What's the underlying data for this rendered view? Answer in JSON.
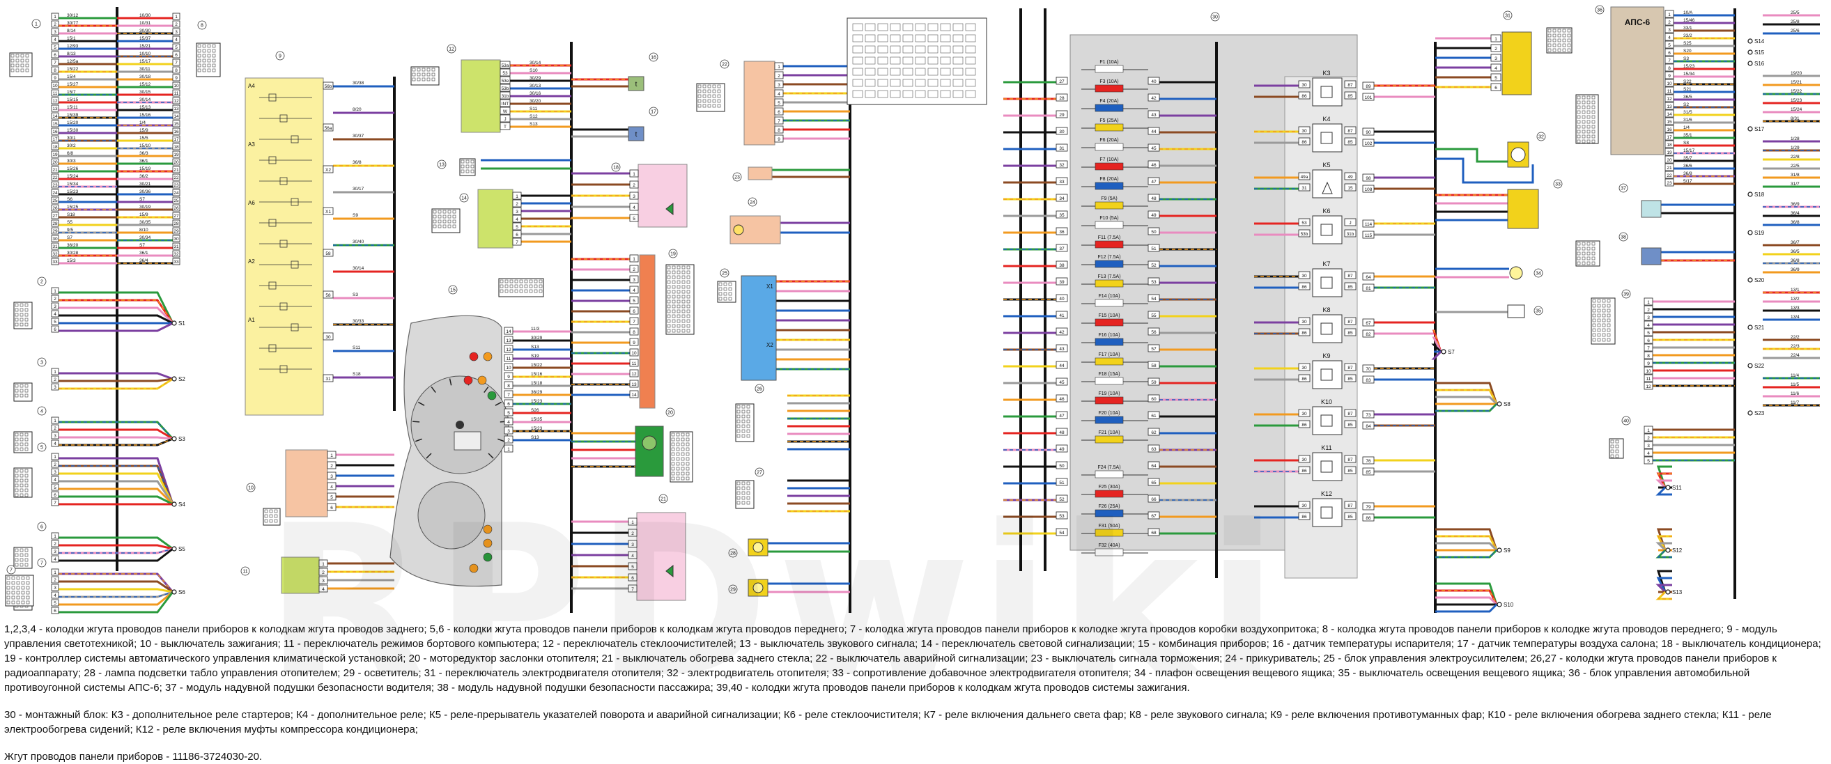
{
  "watermark": "RPDwiki",
  "components": [
    {
      "num": "1"
    },
    {
      "num": "2"
    },
    {
      "num": "3"
    },
    {
      "num": "4"
    },
    {
      "num": "5"
    },
    {
      "num": "6"
    },
    {
      "num": "7"
    },
    {
      "num": "8"
    },
    {
      "num": "9"
    },
    {
      "num": "10"
    },
    {
      "num": "11"
    },
    {
      "num": "12"
    },
    {
      "num": "13"
    },
    {
      "num": "14"
    },
    {
      "num": "15"
    },
    {
      "num": "16"
    },
    {
      "num": "17"
    },
    {
      "num": "18"
    },
    {
      "num": "19"
    },
    {
      "num": "20"
    },
    {
      "num": "21"
    },
    {
      "num": "22"
    },
    {
      "num": "23"
    },
    {
      "num": "24"
    },
    {
      "num": "25"
    },
    {
      "num": "26"
    },
    {
      "num": "27"
    },
    {
      "num": "28"
    },
    {
      "num": "29"
    },
    {
      "num": "30"
    },
    {
      "num": "31"
    },
    {
      "num": "32"
    },
    {
      "num": "33"
    },
    {
      "num": "34"
    },
    {
      "num": "35"
    },
    {
      "num": "36"
    },
    {
      "num": "37"
    },
    {
      "num": "38"
    },
    {
      "num": "39"
    },
    {
      "num": "40"
    }
  ],
  "connector1_pins": [
    "30/12",
    "30/77",
    "8/14",
    "15/1",
    "12/93",
    "8/13",
    "12/5a",
    "15/22",
    "15/4",
    "15/27",
    "15/7",
    "15/15",
    "15/11",
    "15/39",
    "15/20",
    "15/30",
    "30/1",
    "30/2",
    "6/8",
    "30/3",
    "15/26",
    "15/24",
    "15/34",
    "15/23",
    "S6",
    "15/25",
    "S18",
    "S5",
    "9/5",
    "S7",
    "36/20",
    "30/28",
    "15/3"
  ],
  "connector8_pins": [
    "10/30",
    "10/31",
    "30/30",
    "15/37",
    "15/21",
    "10/10",
    "15/17",
    "30/11",
    "30/18",
    "15/12",
    "30/15",
    "30/14",
    "15/13",
    "15/16",
    "1/4",
    "15/9",
    "15/5",
    "15/10",
    "36/3",
    "36/1",
    "15/19",
    "36/2",
    "30/21",
    "30/36",
    "S7",
    "30/19",
    "15/9",
    "30/35",
    "8/10",
    "30/34",
    "S7",
    "36/1",
    "36/4"
  ],
  "module9_labels": [
    "A4",
    "A3",
    "A6",
    "A2",
    "A1"
  ],
  "module9_wires": [
    "30/38",
    "8/20",
    "30/37",
    "36/8",
    "30/17",
    "S9",
    "30/40",
    "30/14",
    "S3",
    "30/33",
    "S11",
    "S18"
  ],
  "module9_pins": [
    "56b",
    "56a",
    "X2",
    "X1",
    "58",
    "58",
    "30",
    "31"
  ],
  "switch12_pins": [
    "53a",
    "53",
    "53e",
    "53b",
    "31b",
    "INT",
    "W",
    "J",
    "T"
  ],
  "switch12_wires": [
    "30/14",
    "S10",
    "30/29",
    "30/13",
    "30/16",
    "30/20",
    "S11",
    "S12",
    "S13"
  ],
  "cluster15_pins": [
    "14",
    "13",
    "12",
    "11",
    "10",
    "9",
    "8",
    "7",
    "6",
    "5",
    "4",
    "3",
    "2",
    "1"
  ],
  "cluster15_wires": [
    "11/3",
    "30/29",
    "S13",
    "S19",
    "15/22",
    "15/16",
    "15/18",
    "36/29",
    "15/23",
    "S26",
    "15/35",
    "15/23",
    "S13"
  ],
  "block30_fuses": [
    "F1 (10A)",
    "F3 (10A)",
    "F4 (20A)",
    "F5 (25A)",
    "F6 (20A)",
    "F7 (10A)",
    "F8 (20A)",
    "F9 (5A)",
    "F10 (5A)",
    "F11 (7.5A)",
    "F12 (7.5A)",
    "F13 (7.5A)",
    "F14 (10A)",
    "F15 (10A)",
    "F16 (10A)",
    "F17 (10A)",
    "F18 (15A)",
    "F19 (10A)",
    "F20 (10A)",
    "F21 (10A)",
    "F24 (7.5A)",
    "F25 (30A)",
    "F26 (25A)",
    "F31 (50A)",
    "F32 (40A)"
  ],
  "block30_left_pins": [
    "27",
    "28",
    "29",
    "30",
    "31",
    "32",
    "33",
    "34",
    "35",
    "36",
    "37",
    "38",
    "39",
    "40",
    "41",
    "42",
    "43",
    "44",
    "45",
    "46",
    "47",
    "48",
    "49",
    "50",
    "51",
    "52",
    "53",
    "54"
  ],
  "block30_right_pins": [
    "40",
    "42",
    "43",
    "44",
    "45",
    "46",
    "47",
    "48",
    "49",
    "50",
    "51",
    "52",
    "53",
    "54",
    "55",
    "56",
    "57",
    "58",
    "59",
    "60",
    "61",
    "62",
    "63",
    "64",
    "65",
    "66",
    "67",
    "68"
  ],
  "relays": [
    "K3",
    "K4",
    "K5",
    "K6",
    "K7",
    "K8",
    "K9",
    "K10",
    "K11",
    "K12"
  ],
  "relay_pins": [
    [
      "30",
      "86",
      "87",
      "85"
    ],
    [
      "30",
      "86",
      "87",
      "85"
    ],
    [
      "49a",
      "31",
      "49",
      "15"
    ],
    [
      "53",
      "53b",
      "J",
      "31b"
    ],
    [
      "30",
      "86",
      "87",
      "85"
    ],
    [
      "30",
      "86",
      "87",
      "85"
    ],
    [
      "30",
      "86",
      "87",
      "85"
    ],
    [
      "30",
      "86",
      "87",
      "85"
    ],
    [
      "30",
      "86",
      "87",
      "85"
    ],
    [
      "30",
      "86",
      "87",
      "85"
    ]
  ],
  "relay_out_pins": [
    [
      "89",
      "101"
    ],
    [
      "90",
      "102"
    ],
    [
      "98",
      "108"
    ],
    [
      "114",
      "115"
    ],
    [
      "64",
      "81"
    ],
    [
      "67",
      "82"
    ],
    [
      "70",
      "83"
    ],
    [
      "73",
      "84"
    ],
    [
      "76",
      "85"
    ],
    [
      "79",
      "86"
    ]
  ],
  "splices": [
    "S1",
    "S2",
    "S3",
    "S4",
    "S5",
    "S6",
    "S7",
    "S8",
    "S9",
    "S10",
    "S11",
    "S12",
    "S13",
    "S14",
    "S15",
    "S16",
    "S17",
    "S18",
    "S19",
    "S20",
    "S21",
    "S22",
    "S23"
  ],
  "aps6_label": "АПС-6",
  "aps6_pins": [
    "10/A",
    "15/46",
    "33/1",
    "33/2",
    "S25",
    "S20",
    "S3",
    "15/23",
    "15/34",
    "S22",
    "S21",
    "36/5",
    "S2",
    "31/5",
    "31/6",
    "1/4",
    "35/1",
    "S8",
    "15/17",
    "35/7",
    "36/6",
    "36/8",
    "5/17"
  ],
  "right_wires": [
    "25/5",
    "25/8",
    "25/6",
    "S14",
    "S15",
    "S16",
    "19/20",
    "15/21",
    "15/22",
    "15/23",
    "15/24",
    "8/31",
    "S17",
    "1/28",
    "1/29",
    "22/8",
    "22/5",
    "31/8",
    "31/7",
    "S18",
    "36/9",
    "36/4",
    "36/8",
    "S19",
    "36/7",
    "36/5",
    "36/8",
    "36/9",
    "S20",
    "13/1",
    "13/2",
    "13/3",
    "13/4",
    "S21",
    "22/2",
    "22/3",
    "22/4",
    "S22",
    "11/4",
    "11/5",
    "11/6",
    "11/7",
    "S23"
  ],
  "caption": {
    "p1": "1,2,3,4 - колодки жгута проводов панели приборов к колодкам жгута проводов заднего; 5,6 - колодки жгута проводов панели приборов к колодкам жгута проводов переднего; 7 - колодка жгута проводов панели приборов к колодке жгута проводов коробки воздухопритока; 8 - колодка жгута проводов панели приборов к колодке жгута проводов переднего; 9 - модуль управления светотехникой; 10 - выключатель зажигания; 11 - переключатель режимов бортового компьютера; 12 - переключатель стеклоочистителей; 13 - выключатель звукового сигнала; 14 - переключатель световой сигнализации; 15 - комбинация приборов; 16 - датчик температуры испарителя; 17 - датчик температуры воздуха салона; 18 - выключатель кондиционера; 19 - контроллер системы автоматического управления климатической установкой; 20 - моторедуктор заслонки отопителя; 21 - выключатель обогрева заднего стекла; 22 - выключатель аварийной сигнализации; 23 - выключатель сигнала торможения; 24 - прикуриватель; 25 - блок управления электроусилителем; 26,27 - колодки жгута проводов панели приборов к радиоаппарату; 28 - лампа подсветки табло управления отопителем; 29 - осветитель; 31 - переключатель электродвигателя отопителя; 32 - электродвигатель отопителя; 33 - сопротивление добавочное электродвигателя отопителя; 34 - плафон освещения вещевого ящика; 35 - выключатель освещения вещевого ящика; 36 - блок управления автомобильной противоугонной системы АПС-6; 37 - модуль надувной подушки безопасности водителя; 38 - модуль надувной подушки безопасности пассажира; 39,40 - колодки жгута проводов панели приборов к колодкам жгута проводов системы зажигания.",
    "p2": "30 - монтажный блок: К3 - дополнительное реле стартеров; К4 - дополнительное реле; К5 - реле-прерыватель указателей поворота и аварийной сигнализации; К6 - реле стеклоочистителя; К7 - реле включения дальнего света фар; К8 - реле звукового сигнала; К9 - реле включения противотуманных фар; К10 - реле включения обогрева заднего стекла; К11 - реле электрообогрева сидений; К12 - реле включения муфты компрессора кондиционера;",
    "p3": "Жгут проводов панели приборов - 11186-3724030-20."
  },
  "colors": {
    "red": "#e52421",
    "blue": "#1f5fbf",
    "yellow": "#f2d21b",
    "green": "#2a9a3c",
    "black": "#111111",
    "brown": "#8b4a22",
    "orange": "#f29a1f",
    "pink": "#e98bbf",
    "violet": "#7b3fa0",
    "grey": "#9a9a9a",
    "white": "#ffffff",
    "module_yellow": "#fbf1a0",
    "block30_grey": "#d8d8d8",
    "salmon": "#f6c4a3",
    "relay_pink": "#f8cfe2",
    "sky": "#5aa9e6",
    "lime": "#cde36b"
  }
}
